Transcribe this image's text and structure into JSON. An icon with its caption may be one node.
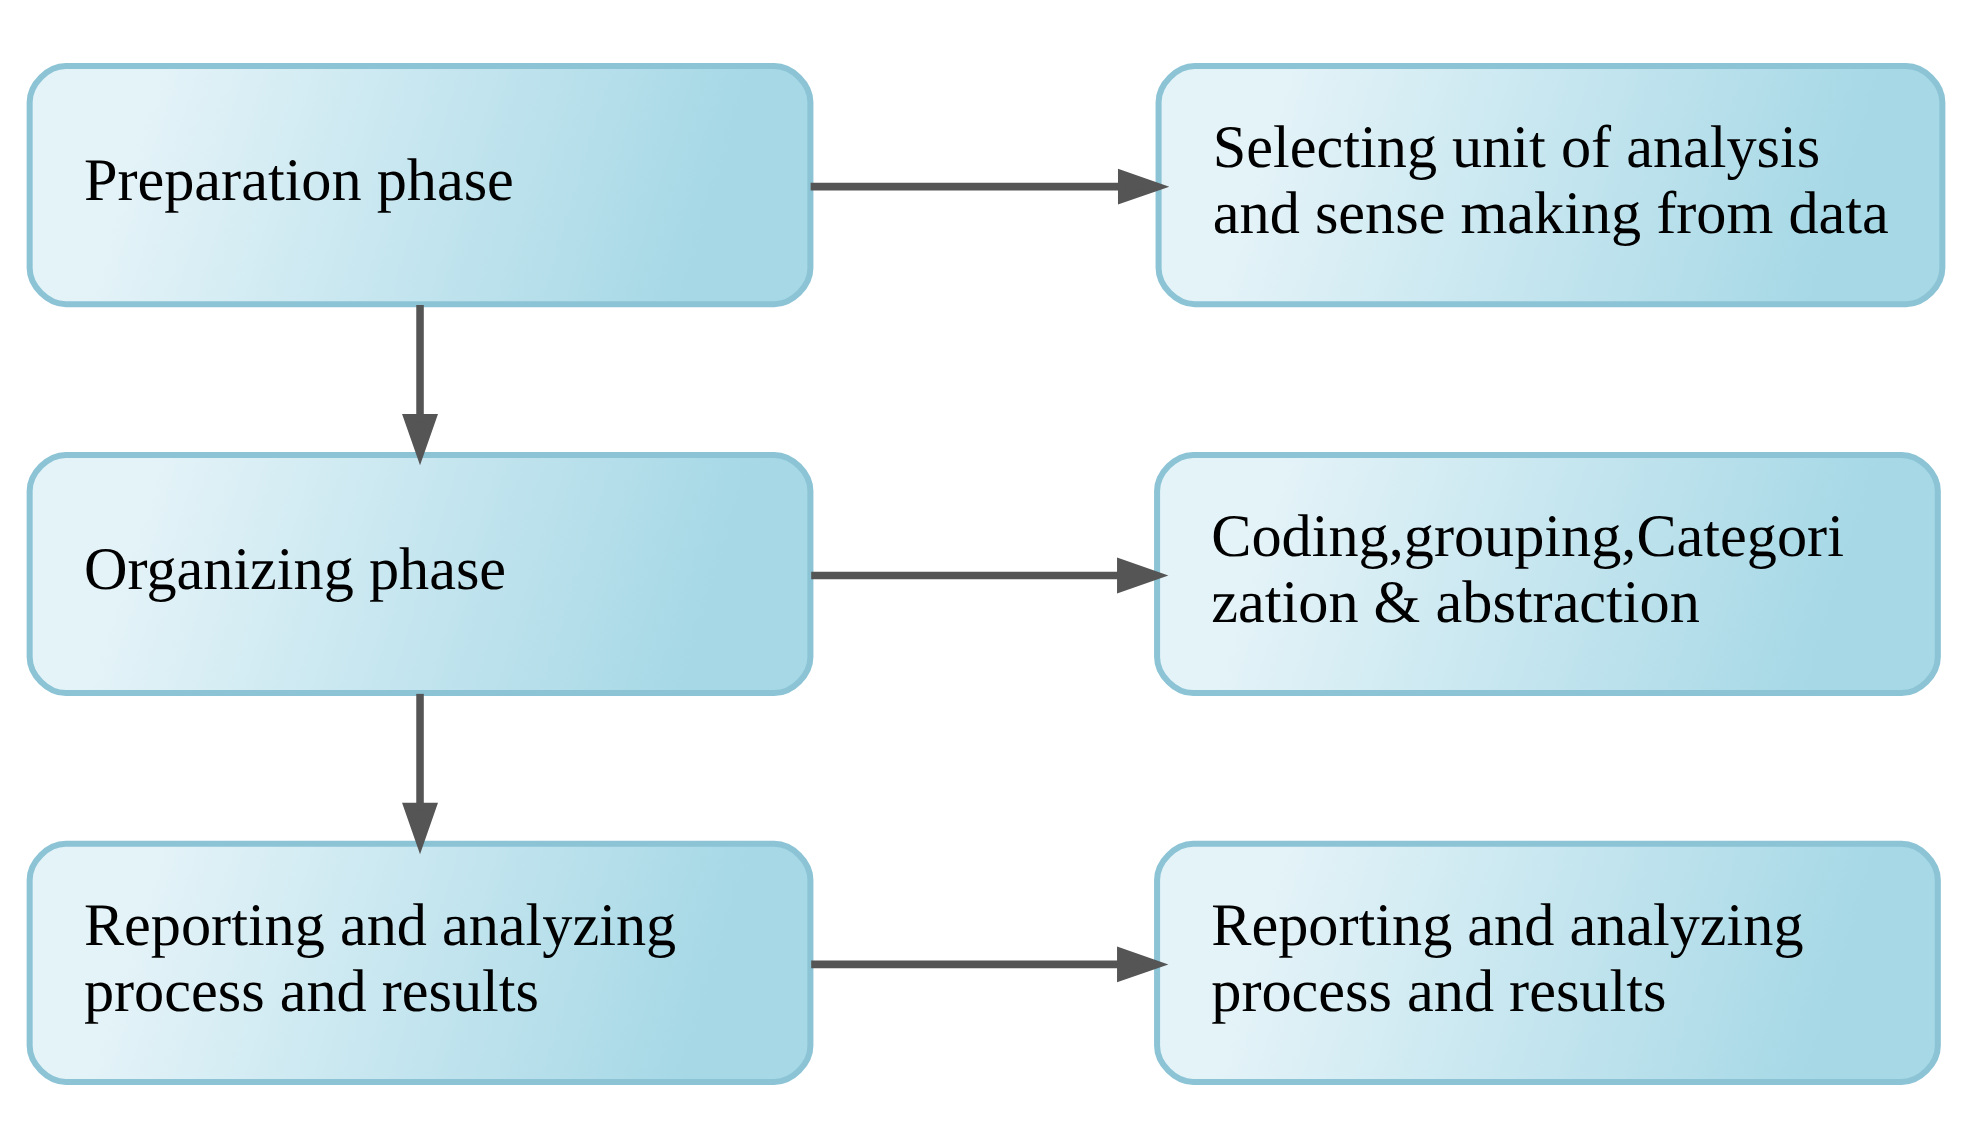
{
  "diagram": {
    "nodes": [
      {
        "text": [
          "Preparation phase"
        ]
      },
      {
        "text": [
          "Selecting unit of analysis and sense making from data"
        ]
      },
      {
        "text": [
          "Organizing phase"
        ]
      },
      {
        "text": [
          "Coding,grouping,Categori zation & abstraction"
        ]
      },
      {
        "text": [
          "Reporting and analyzing process and results"
        ]
      },
      {
        "text": [
          "Reporting and analyzing process and results"
        ]
      }
    ],
    "edges": [
      {
        "from": 0,
        "to": 1,
        "arrow": "to"
      },
      {
        "from": 0,
        "to": 2,
        "arrow": "to"
      },
      {
        "from": 2,
        "to": 3,
        "arrow": "to"
      },
      {
        "from": 2,
        "to": 4,
        "arrow": "to"
      },
      {
        "from": 4,
        "to": 5,
        "arrow": "to"
      }
    ]
  }
}
